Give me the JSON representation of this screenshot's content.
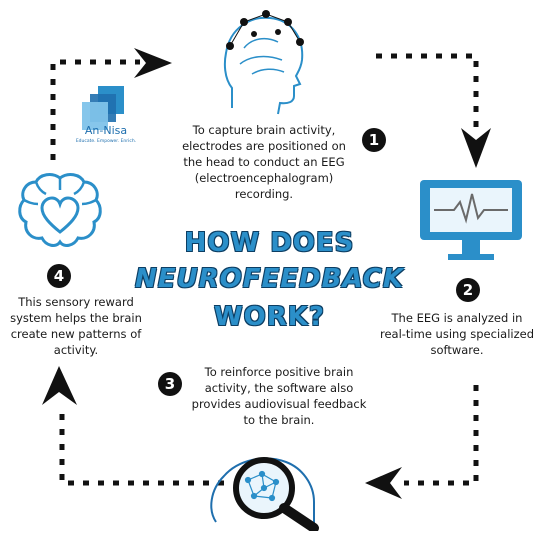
{
  "title": {
    "line1": "HOW DOES",
    "line2": "NEUROFEEDBACK",
    "line3": "WORK?"
  },
  "logo": {
    "name": "An-Nisa",
    "tagline": "Educate. Empower. Enrich."
  },
  "steps": [
    {
      "number": "1",
      "text": "To capture brain activity, electrodes are positioned on the head to conduct an EEG (electroencephalogram) recording."
    },
    {
      "number": "2",
      "text": "The EEG is analyzed in real-time using specialized software."
    },
    {
      "number": "3",
      "text": "To reinforce positive brain activity, the software also provides audiovisual feedback to the brain."
    },
    {
      "number": "4",
      "text": "This sensory reward system helps the brain create new patterns of activity."
    }
  ],
  "icons": {
    "step1": "head-with-electrodes-icon",
    "step2": "monitor-waveform-icon",
    "step3": "brain-magnifier-icon",
    "step4": "brain-heart-icon"
  },
  "colors": {
    "accent": "#2b8fc9",
    "accent_dark": "#0d3e63",
    "badge": "#111111",
    "path": "#111111",
    "icon_fill": "#9fd3f0"
  }
}
